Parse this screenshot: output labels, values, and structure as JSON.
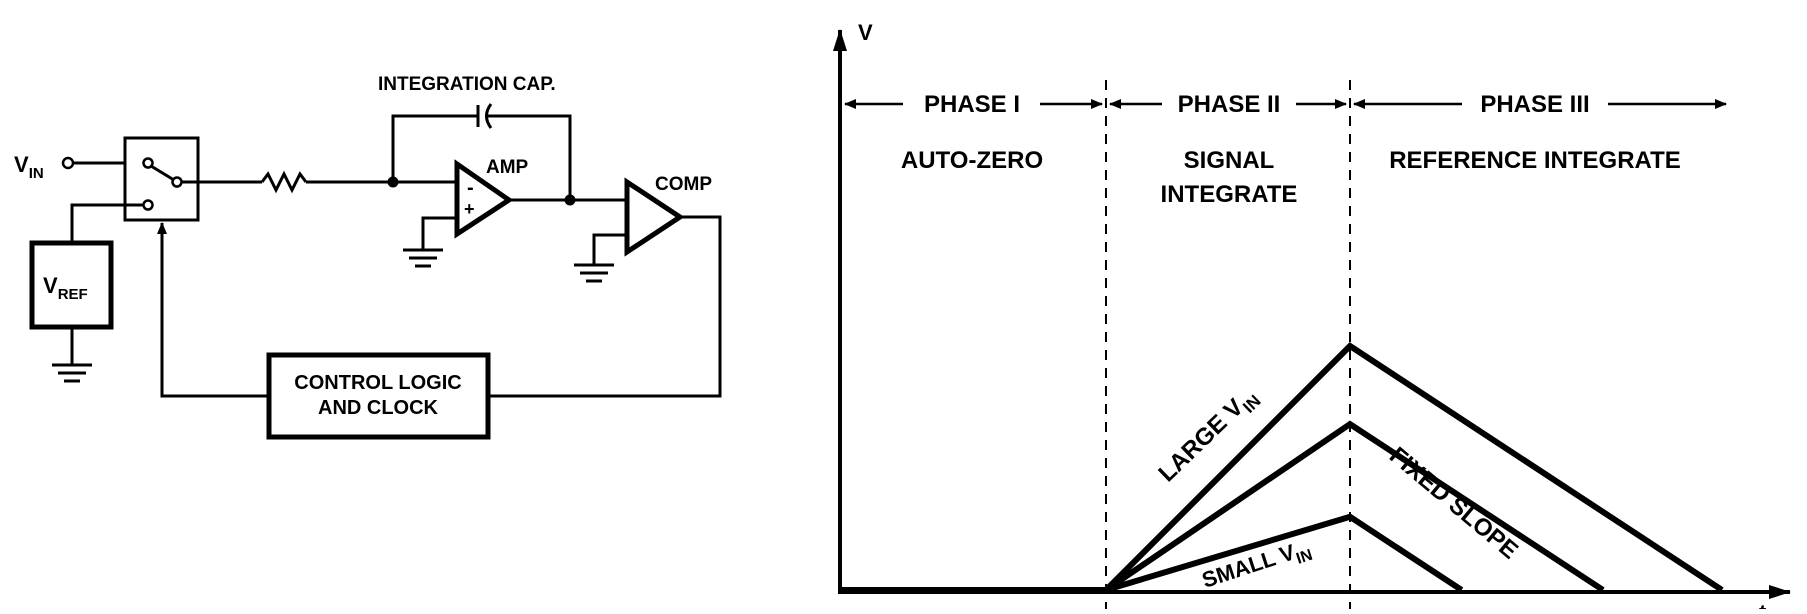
{
  "circuit": {
    "vin_label": {
      "main": "V",
      "sub": "IN"
    },
    "vref_label": {
      "main": "V",
      "sub": "REF"
    },
    "integration_cap_label": "INTEGRATION CAP.",
    "amp_label": "AMP",
    "amp_minus": "-",
    "amp_plus": "+",
    "comp_label": "COMP",
    "control_logic_line1": "CONTROL LOGIC",
    "control_logic_line2": "AND CLOCK"
  },
  "waveform": {
    "y_axis_label": "V",
    "x_axis_label": "t",
    "phases": [
      {
        "name": "PHASE I",
        "desc_line1": "AUTO-ZERO",
        "desc_line2": ""
      },
      {
        "name": "PHASE II",
        "desc_line1": "SIGNAL",
        "desc_line2": "INTEGRATE"
      },
      {
        "name": "PHASE III",
        "desc_line1": "REFERENCE INTEGRATE",
        "desc_line2": ""
      }
    ],
    "large_vin_label": {
      "main": "LARGE V",
      "sub": "IN"
    },
    "small_vin_label": {
      "main": "SMALL V",
      "sub": "IN"
    },
    "fixed_slope_label": "FIXED SLOPE",
    "ramp_heights": {
      "large": 1.0,
      "medium": 0.68,
      "small": 0.3
    }
  }
}
